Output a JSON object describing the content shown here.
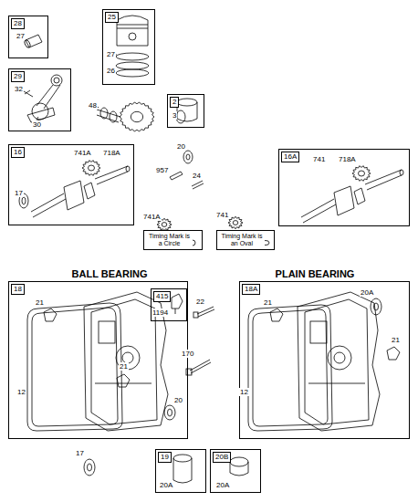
{
  "diagram": {
    "nodes": [
      {
        "text": [
          "28"
        ]
      },
      {
        "text": [
          "25"
        ]
      },
      {
        "text": [
          "29"
        ]
      },
      {
        "text": [
          "2"
        ]
      },
      {
        "text": [
          "16"
        ]
      },
      {
        "text": [
          "16A"
        ]
      },
      {
        "text": [
          "Timing Mark is a Circle"
        ]
      },
      {
        "text": [
          "Timing Mark is an Oval"
        ]
      },
      {
        "text": [
          "18"
        ]
      },
      {
        "text": [
          "415"
        ],
        "in": 8
      },
      {
        "text": [
          "18A"
        ]
      },
      {
        "text": [
          "19"
        ]
      },
      {
        "text": [
          "20B"
        ]
      }
    ],
    "labels": [
      "27",
      "27",
      "26",
      "32",
      "30",
      "48",
      "3",
      "741A",
      "718A",
      "17",
      "20",
      "957",
      "24",
      "741",
      "718A",
      "741A",
      "741",
      "BALL BEARING",
      "PLAIN BEARING",
      "21",
      "21",
      "20",
      "12",
      "1194",
      "22",
      "170",
      "21",
      "20A",
      "21",
      "12",
      "17",
      "20A",
      "20A"
    ]
  }
}
